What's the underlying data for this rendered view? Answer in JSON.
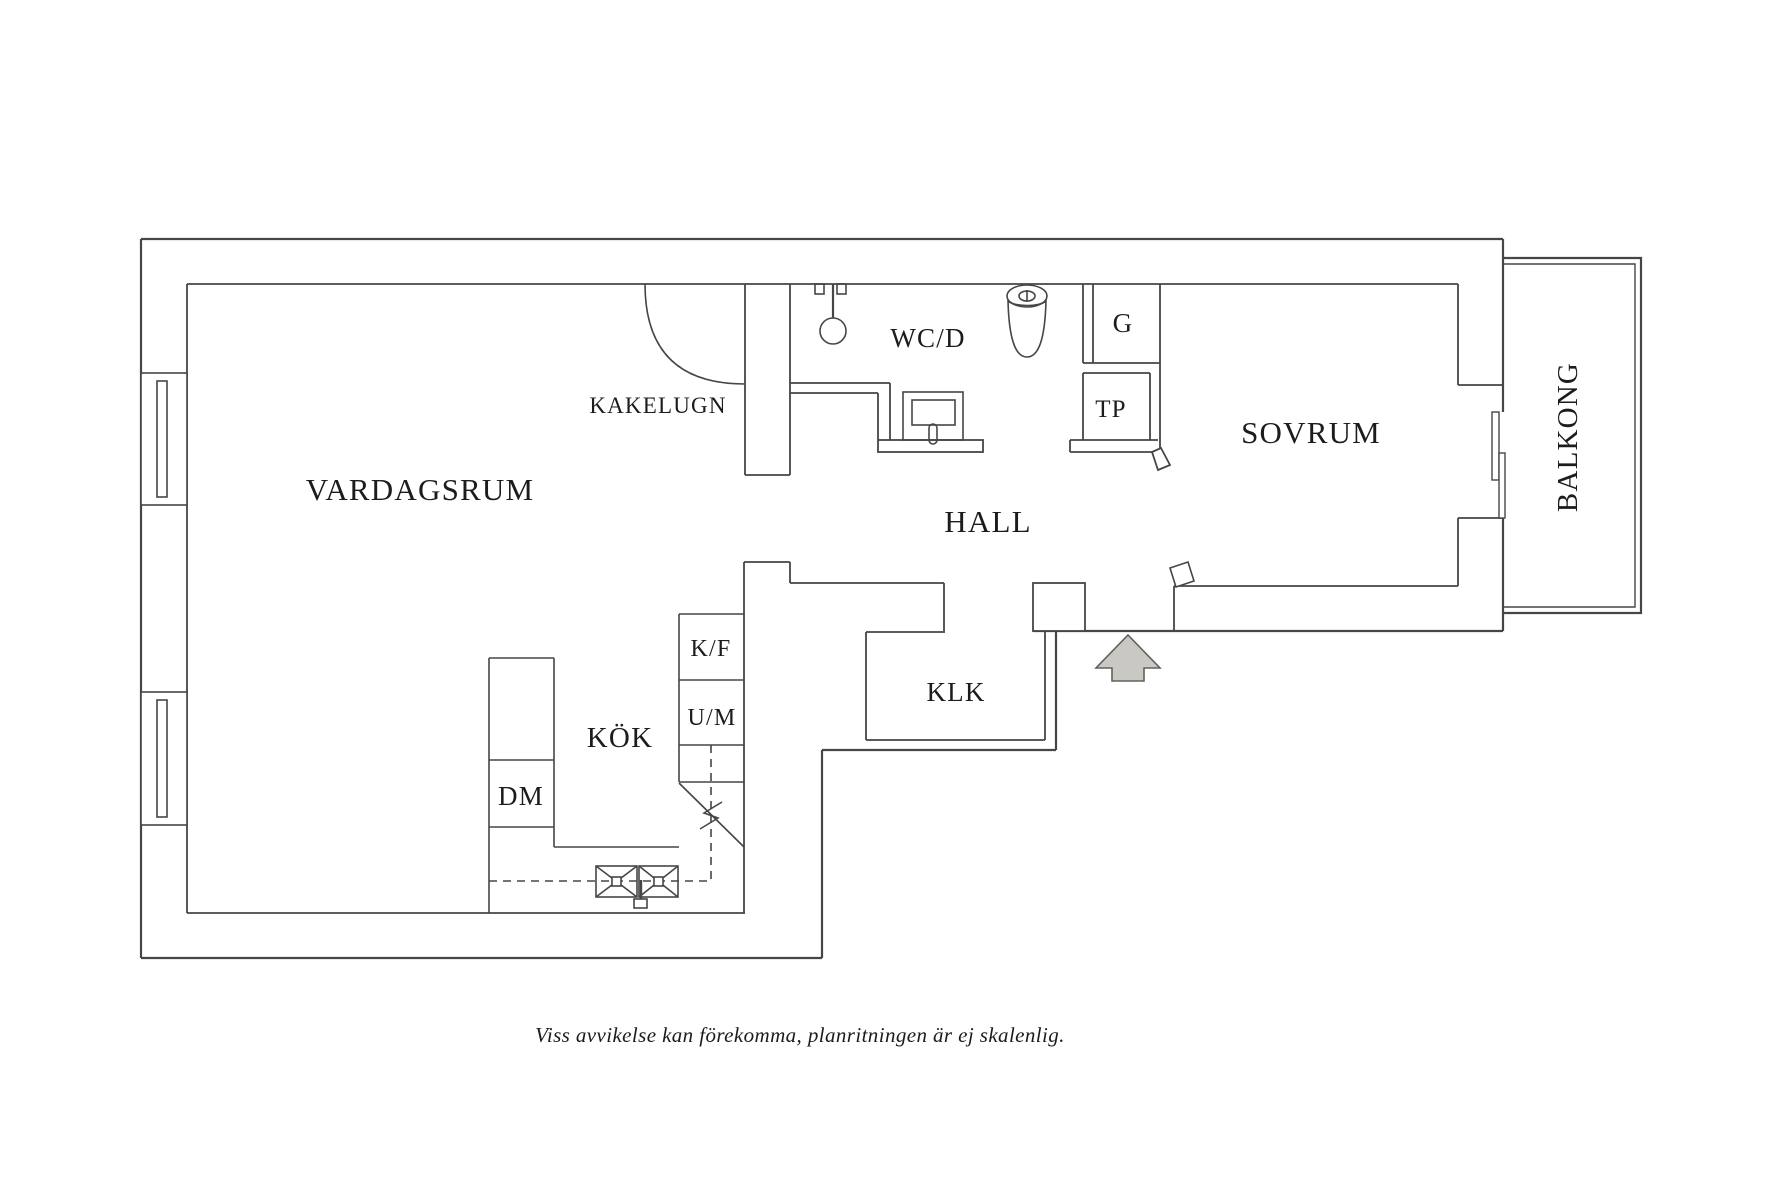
{
  "title": "apartment-floor-plan",
  "rooms": {
    "vardagsrum": "VARDAGSRUM",
    "kakelugn": "KAKELUGN",
    "wc_d": "WC/D",
    "hall": "HALL",
    "sovrum": "SOVRUM",
    "balkong": "BALKONG",
    "kok": "KÖK",
    "klk": "KLK"
  },
  "fixtures": {
    "g": "G",
    "tp": "TP",
    "dm": "DM",
    "kf": "K/F",
    "um": "U/M"
  },
  "caption": "Viss avvikelse kan förekomma, planritningen är ej skalenlig.",
  "colors": {
    "wall_line": "#464646",
    "text": "#1c1c1c",
    "arrow_fill": "#c9c8c3",
    "arrow_stroke": "#61615c"
  }
}
